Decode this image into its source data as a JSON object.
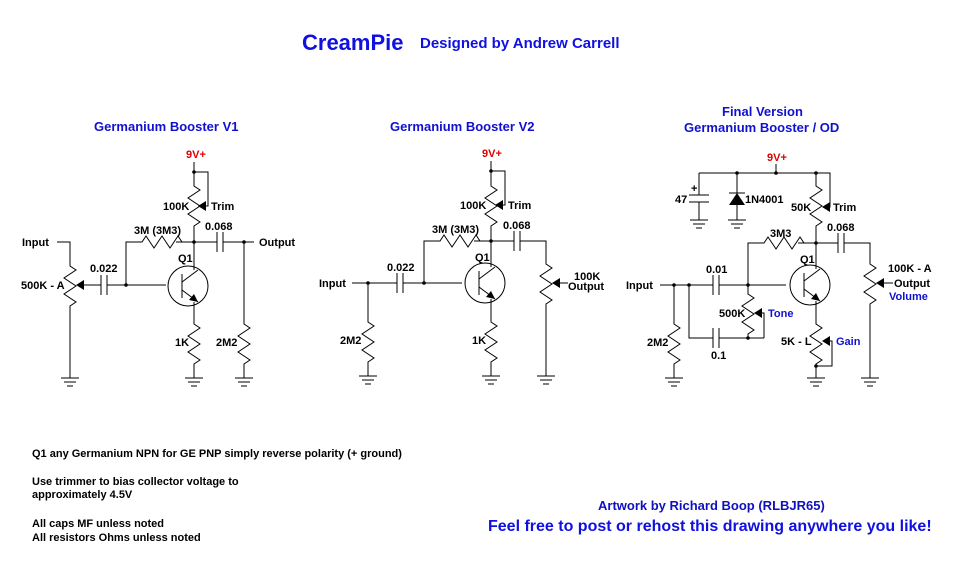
{
  "header": {
    "title": "CreamPie",
    "subtitle": "Designed by Andrew Carrell"
  },
  "colors": {
    "title_blue": "#1010e0",
    "supply_red": "#e00000",
    "wire": "#000000"
  },
  "circuits": [
    {
      "title": "Germanium Booster  V1",
      "supply": "9V+",
      "trim_value": "100K",
      "trim_label": "Trim",
      "feedback_resistor": "3M (3M3)",
      "output_cap": "0.068",
      "output_label": "Output",
      "input_label": "Input",
      "input_pot": "500K - A",
      "input_cap": "0.022",
      "transistor": "Q1",
      "emitter_resistor": "1K",
      "output_resistor": "2M2"
    },
    {
      "title": "Germanium Booster  V2",
      "supply": "9V+",
      "trim_value": "100K",
      "trim_label": "Trim",
      "feedback_resistor": "3M (3M3)",
      "output_cap": "0.068",
      "input_label": "Input",
      "input_cap": "0.022",
      "input_resistor": "2M2",
      "transistor": "Q1",
      "emitter_resistor": "1K",
      "output_pot": "100K",
      "output_label": "Output"
    },
    {
      "title_line1": "Final Version",
      "title_line2": "Germanium Booster / OD",
      "supply": "9V+",
      "supply_cap": "47",
      "supply_cap_polarity": "+",
      "diode": "1N4001",
      "trim_value": "50K",
      "trim_label": "Trim",
      "feedback_resistor": "3M3",
      "output_cap": "0.068",
      "input_label": "Input",
      "input_cap": "0.01",
      "input_resistor": "2M2",
      "tone_cap": "0.1",
      "tone_pot": "500K",
      "tone_label": "Tone",
      "transistor": "Q1",
      "gain_pot": "5K - L",
      "gain_label": "Gain",
      "output_pot": "100K - A",
      "output_label": "Output",
      "volume_label": "Volume"
    }
  ],
  "notes": [
    "Q1 any Germanium NPN for GE PNP simply reverse polarity (+ ground)",
    "Use trimmer to bias collector voltage to",
    "approximately 4.5V",
    "All caps MF unless noted",
    "All resistors Ohms unless noted"
  ],
  "credits": {
    "artwork": "Artwork by Richard Boop (RLBJR65)",
    "permission": "Feel free to post or rehost this drawing anywhere you like!"
  }
}
